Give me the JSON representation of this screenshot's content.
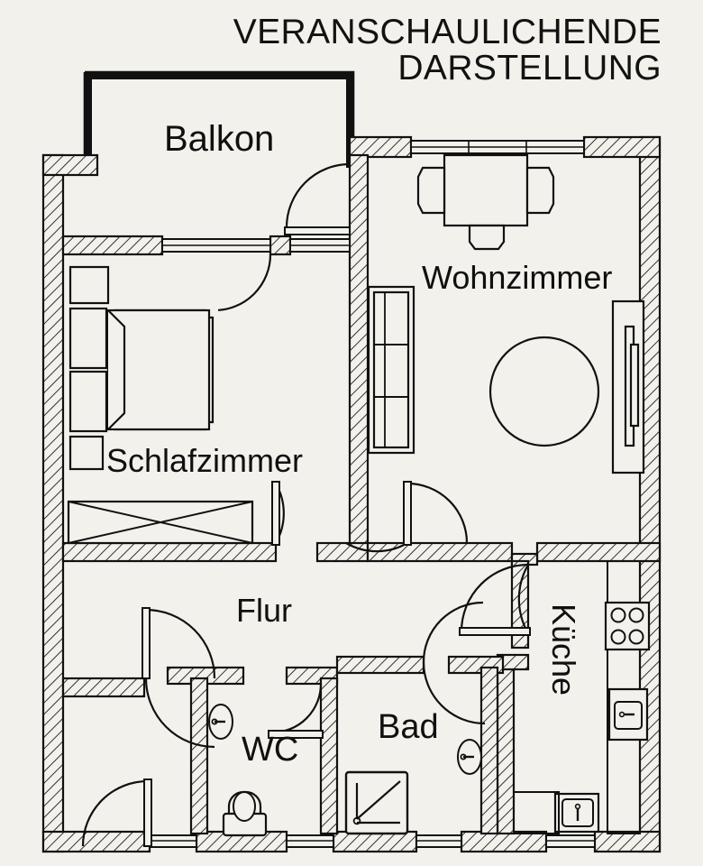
{
  "document": {
    "title_lines": [
      "VERANSCHAULICHENDE",
      "DARSTELLUNG"
    ],
    "kind": "floor-plan",
    "language": "de"
  },
  "colors": {
    "paper": "#f2f1ec",
    "ink": "#111111",
    "wall_fill": "#f2f1ec",
    "hatch": "#111111"
  },
  "rooms": [
    {
      "id": "balkon",
      "label": "Balkon",
      "type": "balcony"
    },
    {
      "id": "wohnzimmer",
      "label": "Wohnzimmer",
      "type": "living-room"
    },
    {
      "id": "schlafzimmer",
      "label": "Schlafzimmer",
      "type": "bedroom"
    },
    {
      "id": "flur",
      "label": "Flur",
      "type": "hallway"
    },
    {
      "id": "wc",
      "label": "WC",
      "type": "toilet"
    },
    {
      "id": "bad",
      "label": "Bad",
      "type": "bathroom"
    },
    {
      "id": "kueche",
      "label": "Küche",
      "type": "kitchen",
      "orientation": "vertical"
    }
  ],
  "fixtures": {
    "bedroom": [
      "double-bed",
      "nightstand-left",
      "nightstand-right",
      "wardrobe",
      "small-cabinet"
    ],
    "living_room": [
      "dining-table",
      "chair-left",
      "chair-right",
      "chair-bottom",
      "sofa",
      "round-table",
      "shelf-unit"
    ],
    "kitchen": [
      "stove-four-burner",
      "sink-upper",
      "sink-lower",
      "counter-run"
    ],
    "bathroom": [
      "shower-tray",
      "washbasin"
    ],
    "toilet": [
      "toilet",
      "washbasin"
    ]
  },
  "openings": {
    "doors": 7,
    "windows": 8
  }
}
